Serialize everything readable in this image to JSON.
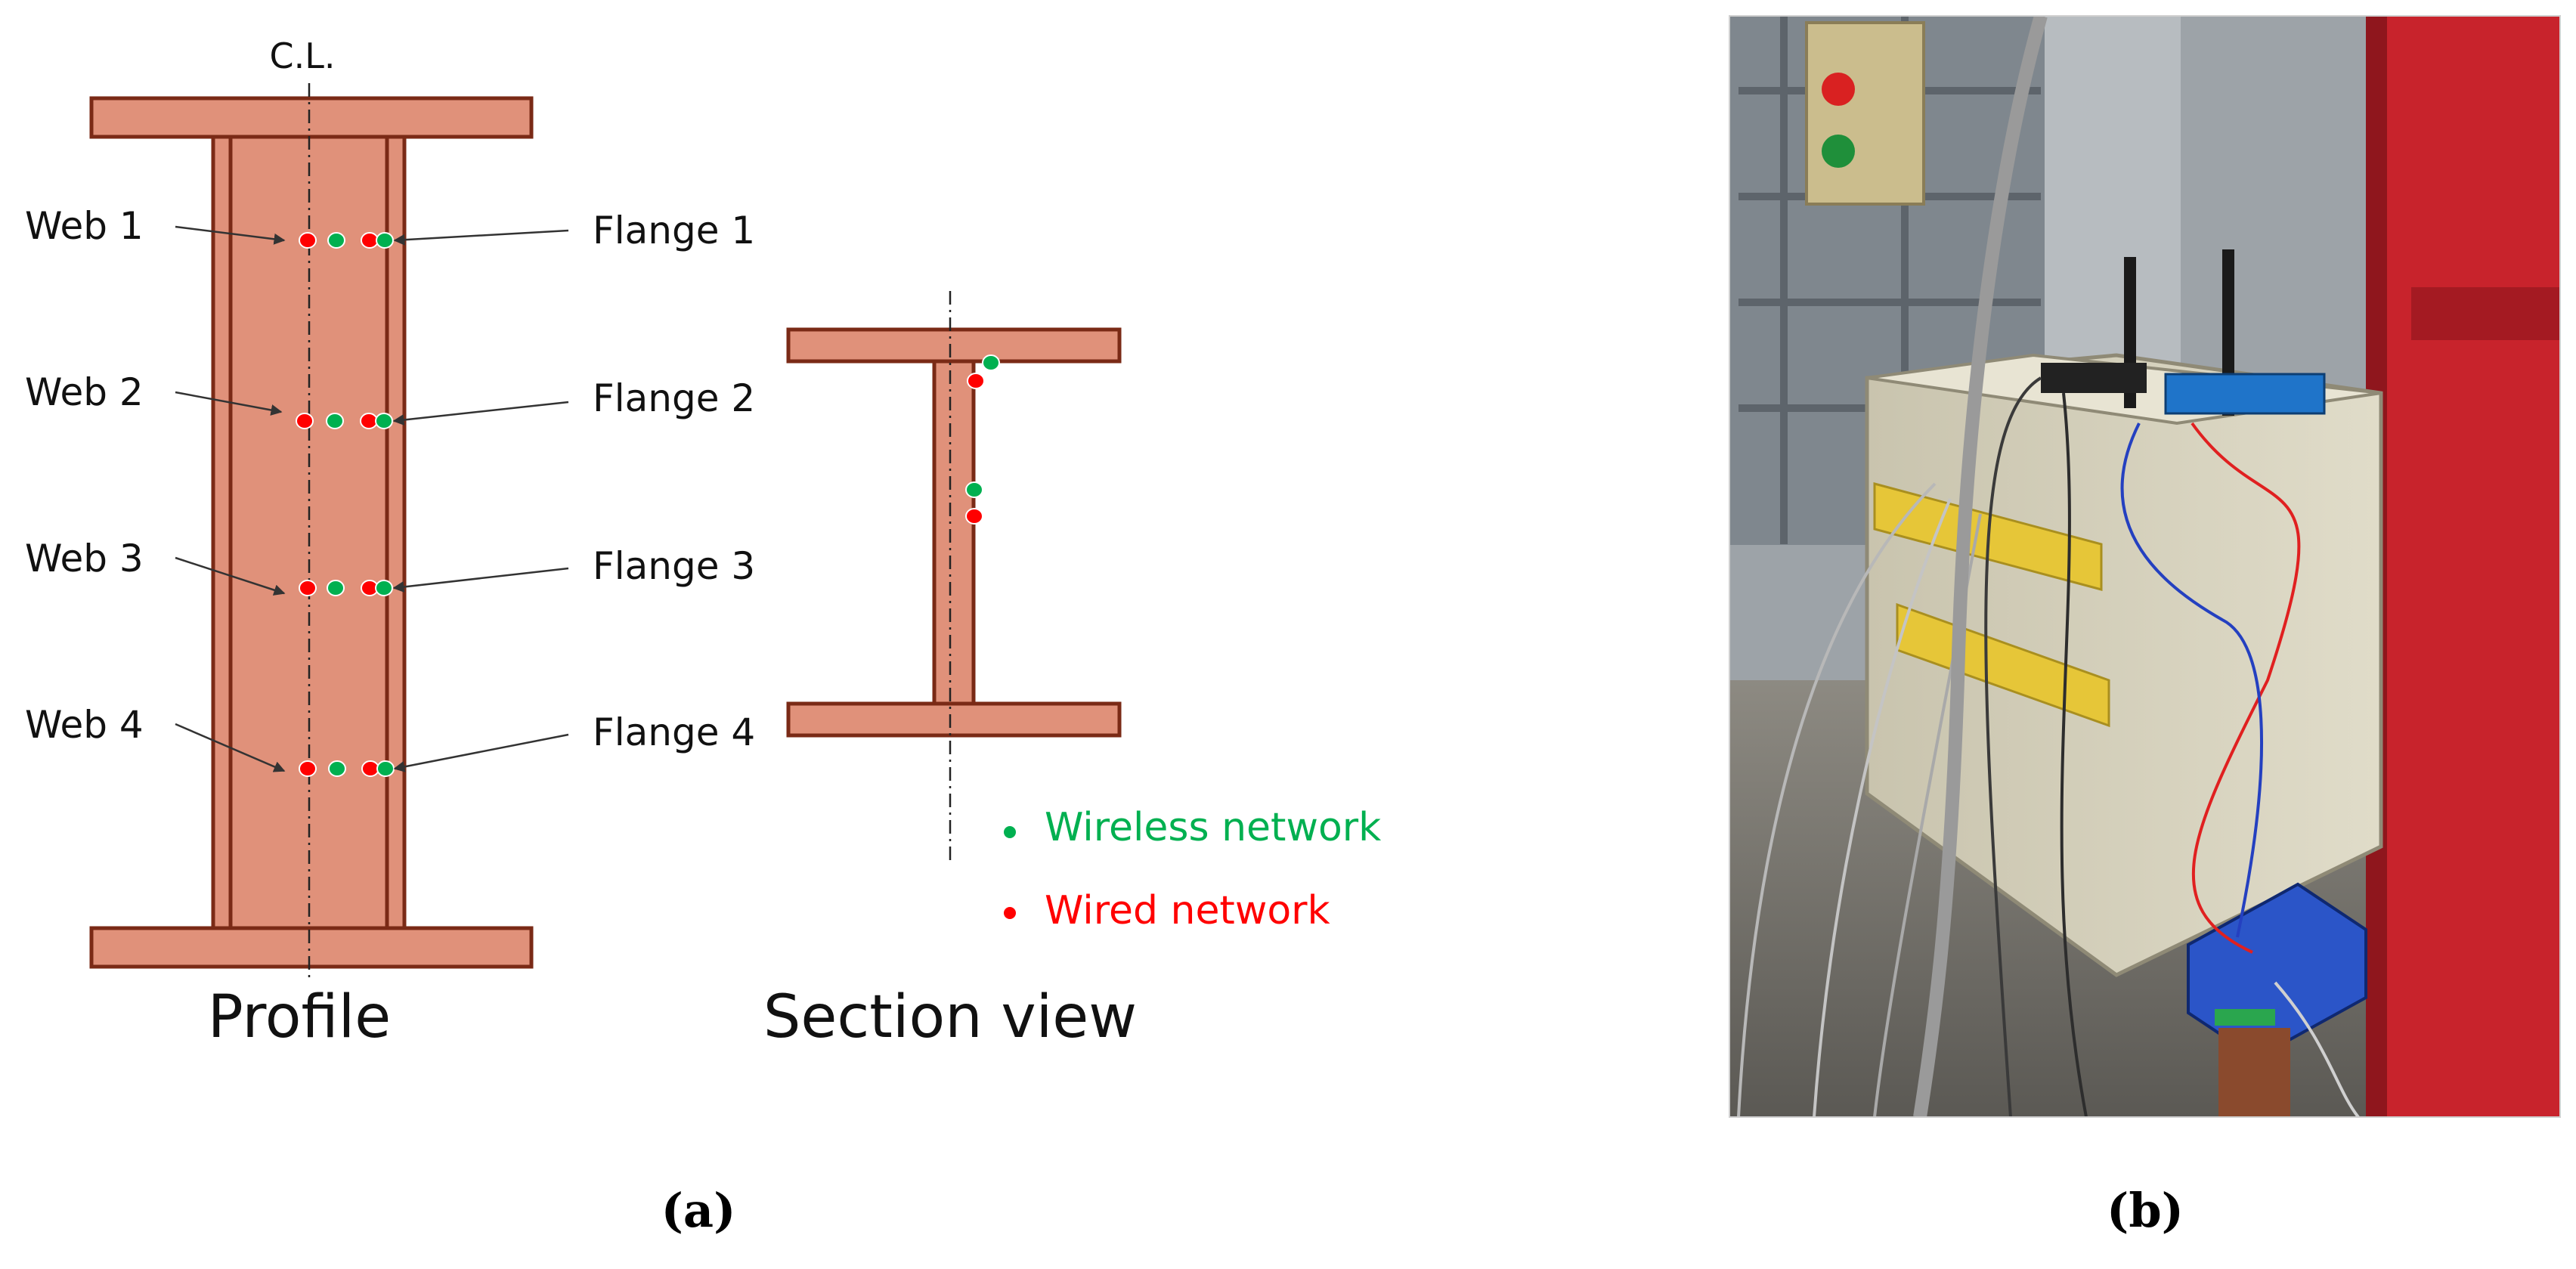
{
  "profile": {
    "centerline_label": "C.L.",
    "caption": "Profile",
    "web_labels": [
      "Web 1",
      "Web 2",
      "Web 3",
      "Web 4"
    ],
    "flange_labels": [
      "Flange 1",
      "Flange 2",
      "Flange 3",
      "Flange 4"
    ]
  },
  "section": {
    "caption": "Section view"
  },
  "legend": {
    "wireless": "Wireless network",
    "wired": "Wired network"
  },
  "photo": {
    "description": ""
  },
  "captions": {
    "a": "(a)",
    "b": "(b)"
  },
  "colors": {
    "steel_fill": "#E0917A",
    "steel_stroke": "#7A2A16",
    "wireless": "#00B050",
    "wired": "#FF0000",
    "frame_red": "#C8232C",
    "cabinet": "#D7D2BE"
  }
}
